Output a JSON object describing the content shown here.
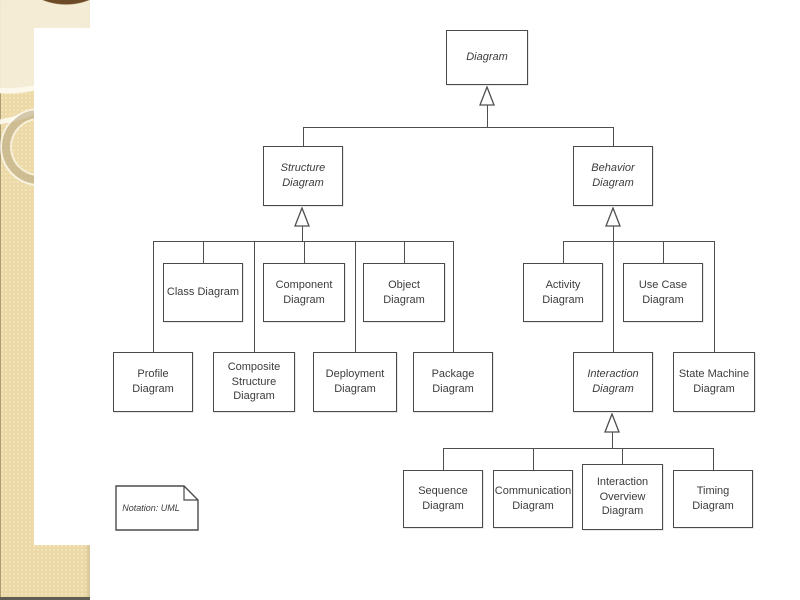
{
  "theme": {
    "strip_base_color": "#ecd9a5",
    "strip_accent_brown": "#6d4a26",
    "panel_color": "#ffffff",
    "line_color": "#4f4f4f",
    "text_color": "#3c3c3c"
  },
  "nodes": {
    "diagram": {
      "label": "Diagram",
      "abstract": true
    },
    "structure": {
      "label": "Structure Diagram",
      "abstract": true
    },
    "behavior": {
      "label": "Behavior Diagram",
      "abstract": true
    },
    "class": {
      "label": "Class Diagram",
      "abstract": false
    },
    "component": {
      "label": "Component Diagram",
      "abstract": false
    },
    "object": {
      "label": "Object Diagram",
      "abstract": false
    },
    "profile": {
      "label": "Profile Diagram",
      "abstract": false
    },
    "composite_structure": {
      "label": "Composite Structure Diagram",
      "abstract": false
    },
    "deployment": {
      "label": "Deployment Diagram",
      "abstract": false
    },
    "package": {
      "label": "Package Diagram",
      "abstract": false
    },
    "activity": {
      "label": "Activity Diagram",
      "abstract": false
    },
    "use_case": {
      "label": "Use Case Diagram",
      "abstract": false
    },
    "interaction": {
      "label": "Interaction Diagram",
      "abstract": true
    },
    "state_machine": {
      "label": "State Machine Diagram",
      "abstract": false
    },
    "sequence": {
      "label": "Sequence Diagram",
      "abstract": false
    },
    "communication": {
      "label": "Communication Diagram",
      "abstract": false
    },
    "interaction_overview": {
      "label": "Interaction Overview Diagram",
      "abstract": false
    },
    "timing": {
      "label": "Timing Diagram",
      "abstract": false
    }
  },
  "generalizations": [
    {
      "from": "Structure Diagram",
      "to": "Diagram"
    },
    {
      "from": "Behavior Diagram",
      "to": "Diagram"
    },
    {
      "from": "Class Diagram",
      "to": "Structure Diagram"
    },
    {
      "from": "Component Diagram",
      "to": "Structure Diagram"
    },
    {
      "from": "Object Diagram",
      "to": "Structure Diagram"
    },
    {
      "from": "Profile Diagram",
      "to": "Structure Diagram"
    },
    {
      "from": "Composite Structure Diagram",
      "to": "Structure Diagram"
    },
    {
      "from": "Deployment Diagram",
      "to": "Structure Diagram"
    },
    {
      "from": "Package Diagram",
      "to": "Structure Diagram"
    },
    {
      "from": "Activity Diagram",
      "to": "Behavior Diagram"
    },
    {
      "from": "Use Case Diagram",
      "to": "Behavior Diagram"
    },
    {
      "from": "Interaction Diagram",
      "to": "Behavior Diagram"
    },
    {
      "from": "State Machine Diagram",
      "to": "Behavior Diagram"
    },
    {
      "from": "Sequence Diagram",
      "to": "Interaction Diagram"
    },
    {
      "from": "Communication Diagram",
      "to": "Interaction Diagram"
    },
    {
      "from": "Interaction Overview Diagram",
      "to": "Interaction Diagram"
    },
    {
      "from": "Timing Diagram",
      "to": "Interaction Diagram"
    }
  ],
  "note": {
    "label": "Notation: UML"
  }
}
